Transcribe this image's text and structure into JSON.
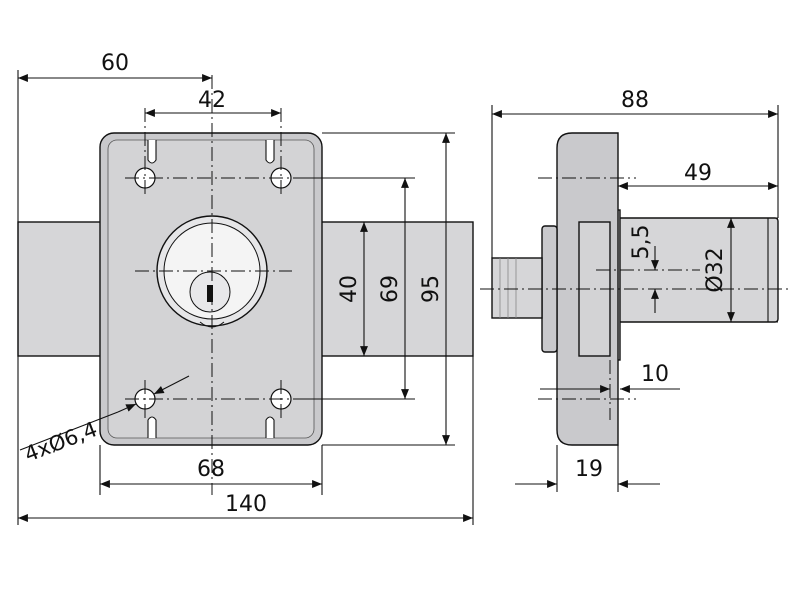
{
  "dimensions": {
    "width_60": "60",
    "width_42": "42",
    "height_40": "40",
    "height_69": "69",
    "height_95": "95",
    "width_68": "68",
    "width_140": "140",
    "holes": "4xØ6,4",
    "depth_88": "88",
    "depth_49": "49",
    "offset_5_5": "5,5",
    "diameter_32": "Ø32",
    "thickness_10": "10",
    "thickness_19": "19"
  },
  "colors": {
    "body": "#c9c9cc",
    "bolt": "#d6d6d8",
    "outline": "#111111",
    "cylinder_face": "#f4f4f4"
  }
}
